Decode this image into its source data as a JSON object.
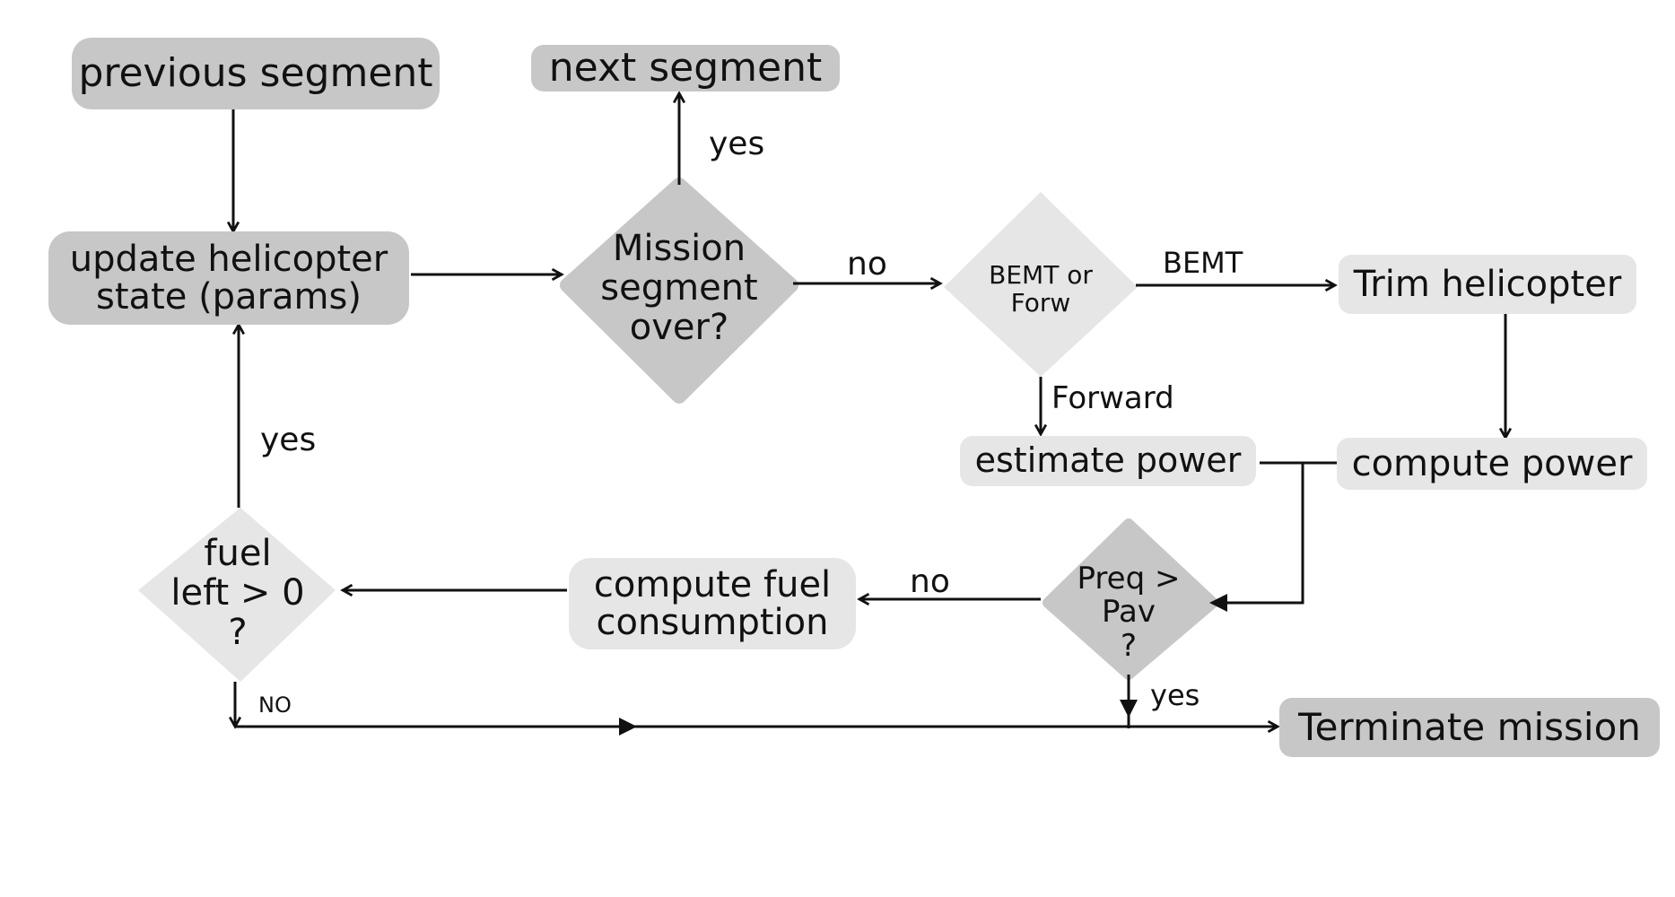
{
  "nodes": {
    "previous_segment": "previous segment",
    "next_segment": "next segment",
    "update_state": "update helicopter state (params)",
    "mission_over": "Mission segment over?",
    "bemt_or_forw": "BEMT or Forw",
    "trim_helicopter": "Trim helicopter",
    "estimate_power": "estimate power",
    "compute_power": "compute power",
    "power_check_main": "Preq > Pav",
    "power_check_q": "?",
    "compute_fuel": "compute fuel consumption",
    "fuel_left": "fuel left > 0 ?",
    "terminate": "Terminate mission"
  },
  "edges": {
    "yes_next": "yes",
    "no_mission": "no",
    "bemt": "BEMT",
    "forward": "Forward",
    "no_power": "no",
    "yes_power": "yes",
    "yes_fuel": "yes",
    "no_fuel": "NO"
  },
  "colors": {
    "dark_node": "#c7c7c7",
    "light_node": "#e6e6e6",
    "line": "#111111"
  }
}
